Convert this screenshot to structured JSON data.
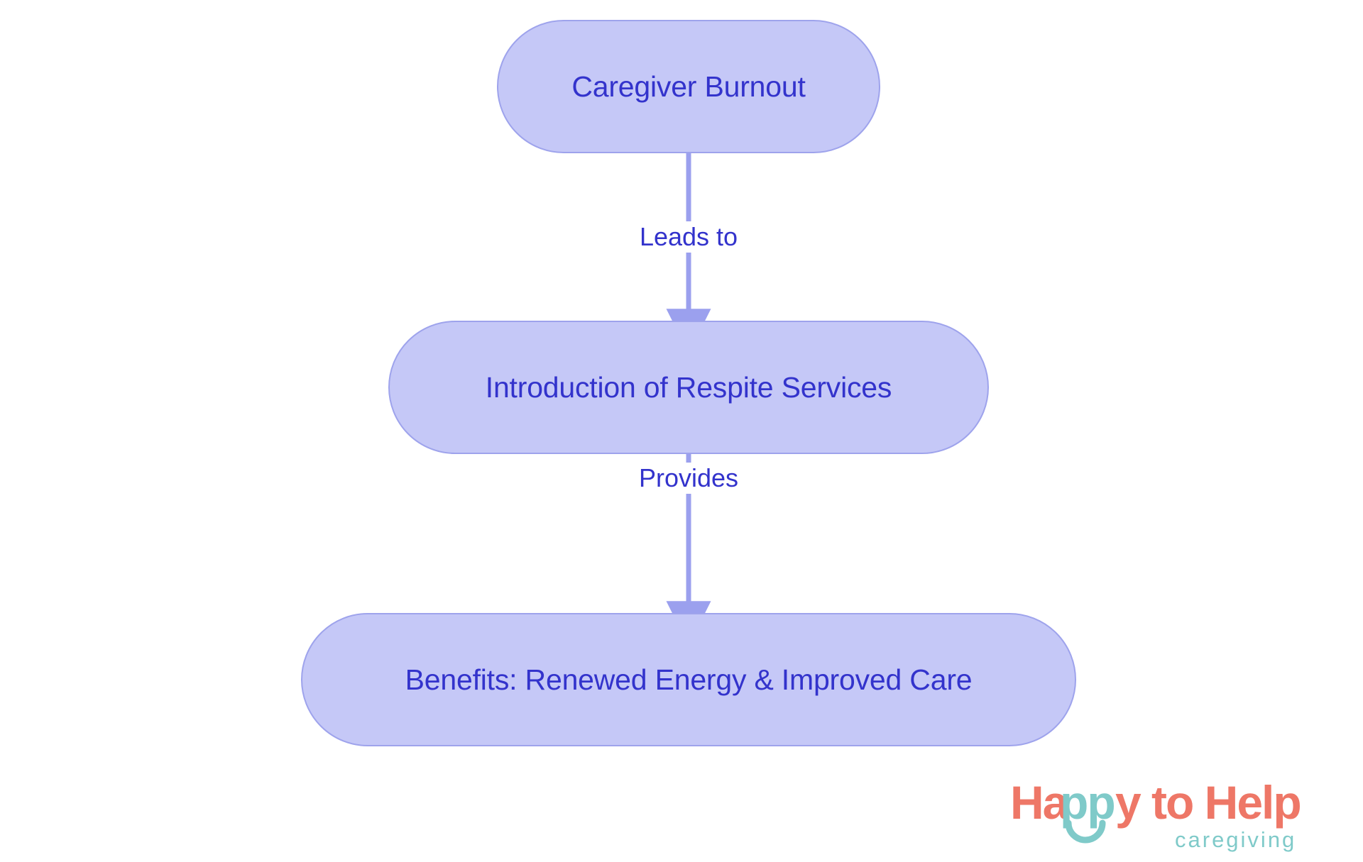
{
  "diagram": {
    "type": "flowchart",
    "orientation": "top-to-bottom",
    "background_color": "#ffffff",
    "node_fill": "#c5c8f7",
    "node_border": "#9ea3ec",
    "node_text_color": "#3333cc",
    "edge_color": "#9ba0ee",
    "nodes": [
      {
        "id": "burnout",
        "label": "Caregiver Burnout"
      },
      {
        "id": "respite",
        "label": "Introduction of Respite Services"
      },
      {
        "id": "benefits",
        "label": "Benefits: Renewed Energy & Improved Care"
      }
    ],
    "edges": [
      {
        "from": "burnout",
        "to": "respite",
        "label": "Leads to"
      },
      {
        "from": "respite",
        "to": "benefits",
        "label": "Provides"
      }
    ]
  },
  "logo": {
    "word_happy": "Happy",
    "word_to": "to",
    "word_help": "Help",
    "full_title": "Happy to Help",
    "tagline": "caregiving",
    "primary_color": "#ee7767",
    "accent_color": "#7fcac9"
  }
}
